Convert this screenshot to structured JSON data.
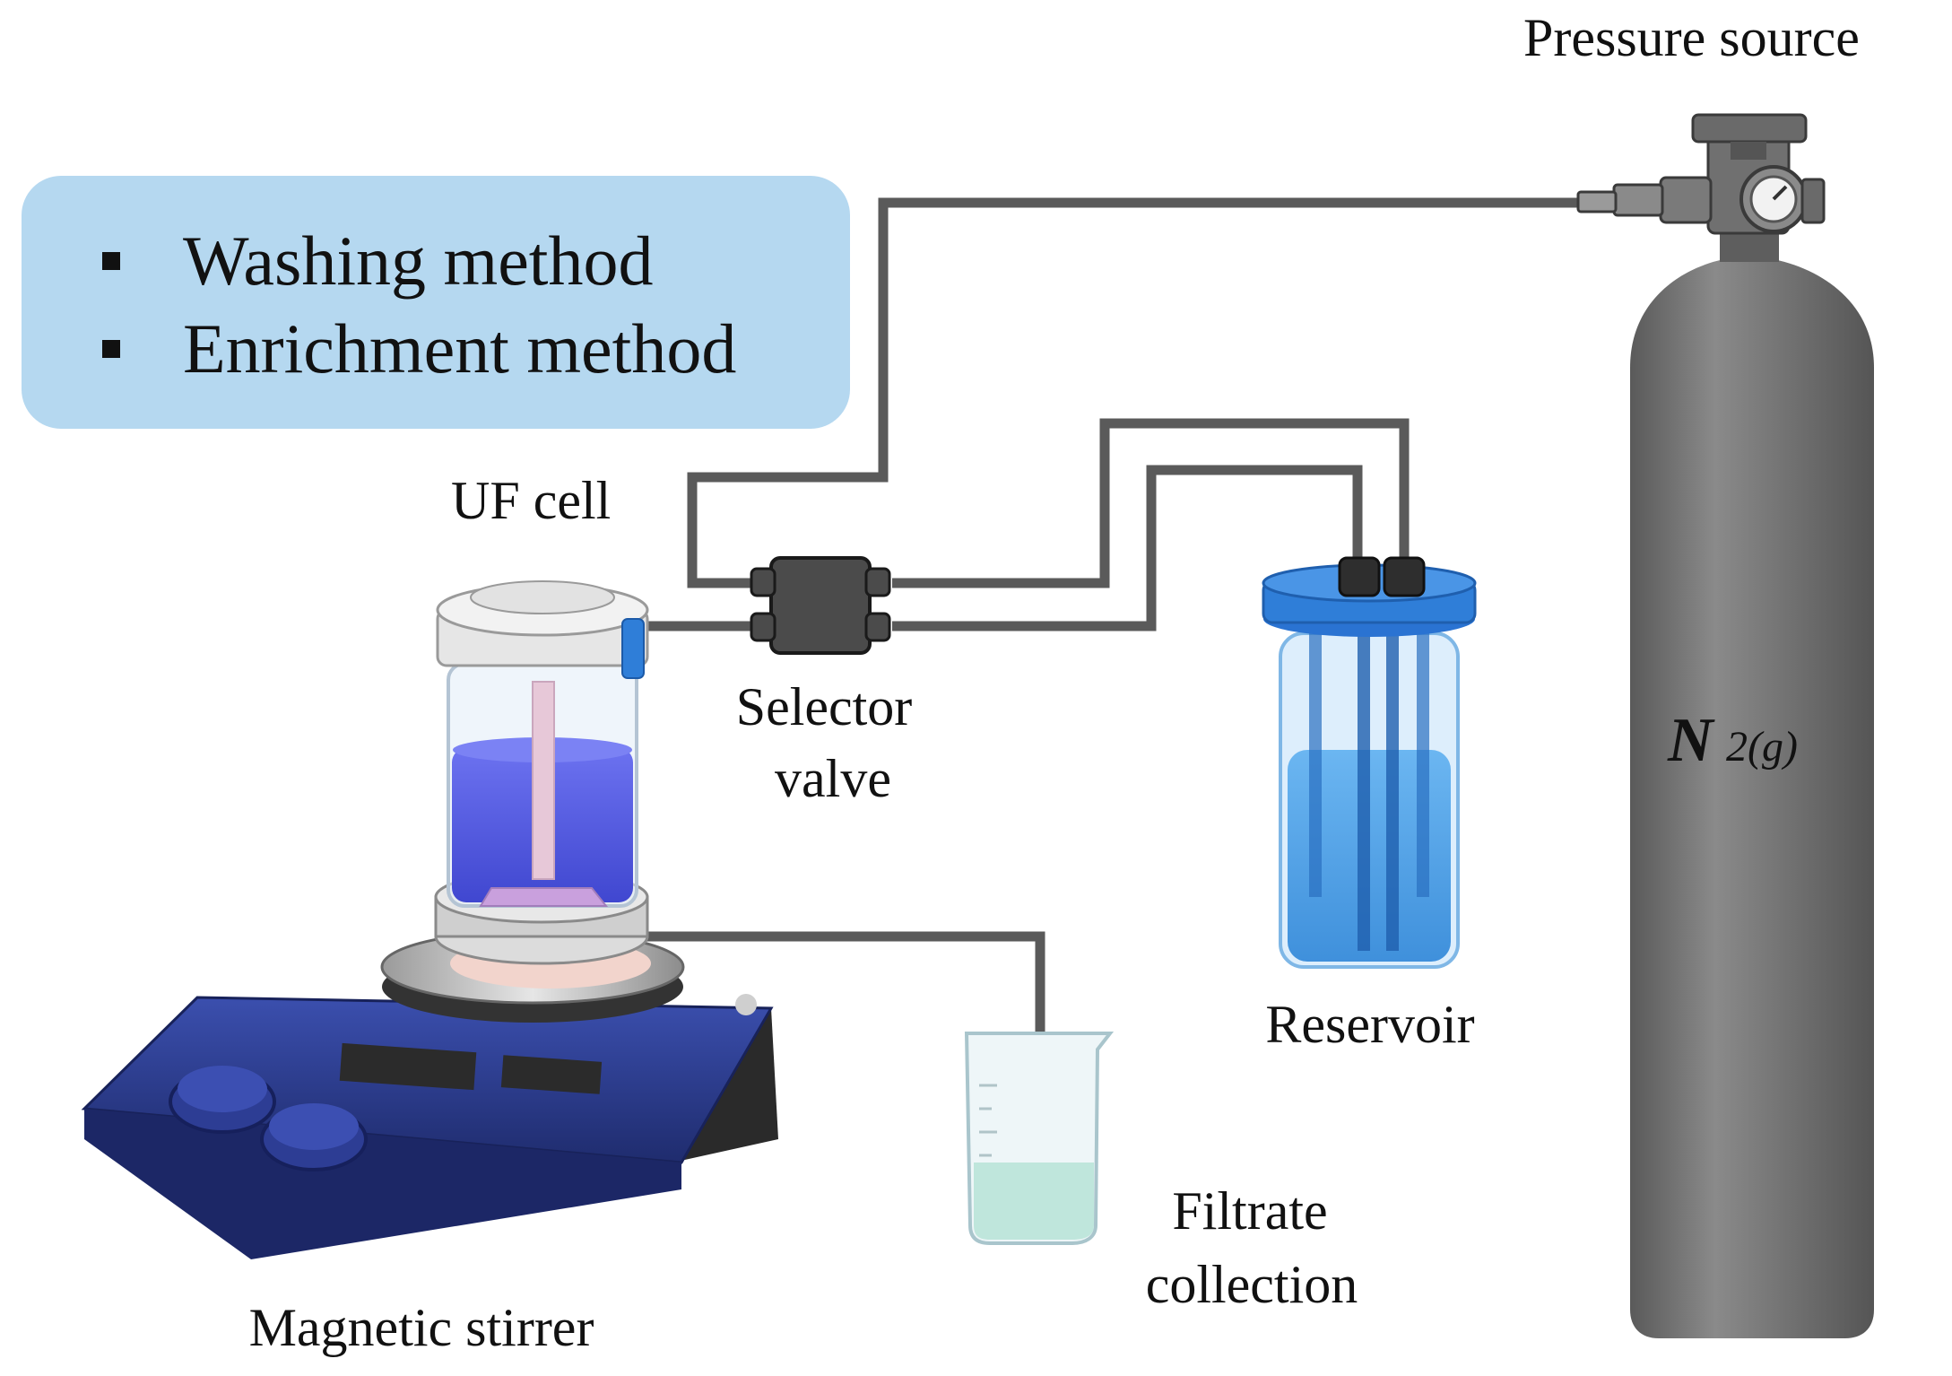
{
  "legend": {
    "items": [
      "Washing method",
      "Enrichment method"
    ]
  },
  "labels": {
    "pressure_source": "Pressure source",
    "uf_cell": "UF cell",
    "selector_valve_line1": "Selector",
    "selector_valve_line2": "valve",
    "reservoir": "Reservoir",
    "filtrate_line1": "Filtrate",
    "filtrate_line2": "collection",
    "magnetic_stirrer": "Magnetic stirrer",
    "cylinder_gas": "N",
    "cylinder_sub": "2(g)"
  },
  "colors": {
    "tubing": "#5a5a5a",
    "legend_bg": "#b5d8f0",
    "cylinder": "#6d6d6d",
    "stirrer": "#2f3f8f",
    "cell_liquid": "#5c63e6",
    "reservoir_body": "#2a80d6",
    "filtrate_liquid": "#bfe6dc"
  }
}
